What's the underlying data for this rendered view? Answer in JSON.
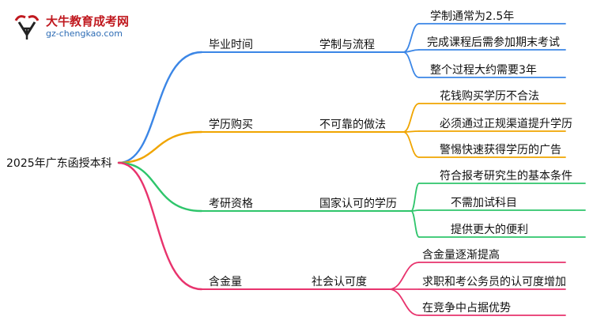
{
  "logo": {
    "title": "大牛教育成考网",
    "url": "gz-chengkao.com"
  },
  "mindmap": {
    "root": "2025年广东函授本科",
    "branches": [
      {
        "label": "毕业时间",
        "sub": "学制与流程",
        "color": "#3b86e6",
        "leaves": [
          "学制通常为2.5年",
          "完成课程后需参加期末考试",
          "整个过程大约需要3年"
        ]
      },
      {
        "label": "学历购买",
        "sub": "不可靠的做法",
        "color": "#f0a500",
        "leaves": [
          "花钱购买学历不合法",
          "必须通过正规渠道提升学历",
          "警惕快速获得学历的广告"
        ]
      },
      {
        "label": "考研资格",
        "sub": "国家认可的学历",
        "color": "#2ec56b",
        "leaves": [
          "符合报考研究生的基本条件",
          "不需加试科目",
          "提供更大的便利"
        ]
      },
      {
        "label": "含金量",
        "sub": "社会认可度",
        "color": "#e8336d",
        "leaves": [
          "含金量逐渐提高",
          "求职和考公务员的认可度增加",
          "在竞争中占据优势"
        ]
      }
    ]
  }
}
